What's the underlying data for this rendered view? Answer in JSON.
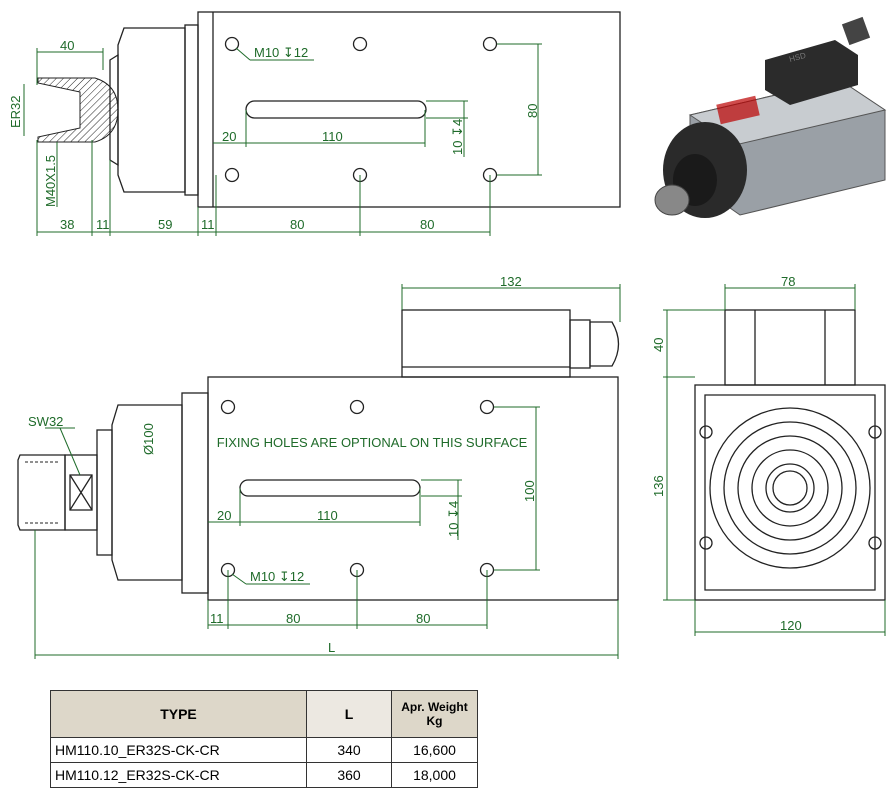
{
  "colors": {
    "dimension": "#1f6b2a",
    "outline": "#222222",
    "table_header": "#ddd7c9"
  },
  "top_view": {
    "dims": {
      "collet_len": "40",
      "collet": "ER32",
      "thread": "M40X1.5",
      "d1": "38",
      "d2": "11",
      "d3": "59",
      "d4": "11",
      "d5": "80",
      "d6": "80",
      "slot_offset": "20",
      "slot_len": "110",
      "slot_width": "10 ↧4",
      "hole_spacing": "80",
      "hole_spec": "M10 ↧12"
    }
  },
  "front_view": {
    "note": "FIXING HOLES ARE OPTIONAL ON THIS SURFACE",
    "dims": {
      "box_len": "132",
      "wrench": "SW32",
      "diameter": "Ø100",
      "hole_spacing": "100",
      "slot_offset": "20",
      "slot_len": "110",
      "slot_width": "10 ↧4",
      "hole_spec": "M10 ↧12",
      "d1": "11",
      "d2": "80",
      "d3": "80",
      "total": "L"
    }
  },
  "side_view": {
    "dims": {
      "box_width": "78",
      "box_height": "40",
      "body_height": "136",
      "body_width": "120"
    }
  },
  "photo": {
    "brand": "HSD"
  },
  "table": {
    "headers": [
      "TYPE",
      "L",
      "Apr. Weight",
      "Kg"
    ],
    "rows": [
      {
        "type": "HM110.10_ER32S-CK-CR",
        "l": "340",
        "weight": "16,600"
      },
      {
        "type": "HM110.12_ER32S-CK-CR",
        "l": "360",
        "weight": "18,000"
      }
    ]
  }
}
